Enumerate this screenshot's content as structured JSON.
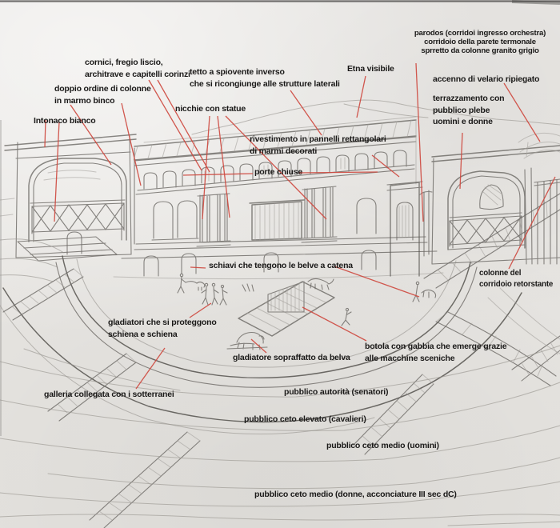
{
  "labels": [
    {
      "id": "parodos",
      "text": "parodos (corridoi ingresso orchestra)\ncorridoio della parete termonale\nsprretto da colonne granito grigio"
    },
    {
      "id": "cornici",
      "text": "cornici, fregio liscio,\narchitrave e capitelli corinzi"
    },
    {
      "id": "tetto",
      "text": "tetto a spiovente inverso\nche si ricongiunge alle strutture laterali"
    },
    {
      "id": "etna",
      "text": "Etna visibile"
    },
    {
      "id": "velario",
      "text": "accenno di velario ripiegato"
    },
    {
      "id": "doppio_ordine",
      "text": "doppio ordine di colonne\nin marmo binco"
    },
    {
      "id": "terrazzamento",
      "text": "terrazzamento con\npubblico plebe\nuomini e donne"
    },
    {
      "id": "nicchie",
      "text": "nicchie con statue"
    },
    {
      "id": "intonaco",
      "text": "Intonaco bianco"
    },
    {
      "id": "rivestimento",
      "text": "rivestimento in pannelli rettangolari\ndi marmi decorati"
    },
    {
      "id": "porte_chiuse",
      "text": "porte chiuse"
    },
    {
      "id": "schiavi",
      "text": "schiavi che tengono le belve a catena"
    },
    {
      "id": "colonne_corridoio",
      "text": "colonne del\ncorridoio retorstante"
    },
    {
      "id": "gladiatori",
      "text": "gladiatori che si proteggono\nschiena e schiena"
    },
    {
      "id": "botola",
      "text": "botola con gabbia che emerge grazie\nalle macchine sceniche"
    },
    {
      "id": "gladiatore_belva",
      "text": "gladiatore sopraffatto da belva"
    },
    {
      "id": "galleria",
      "text": "galleria collegata con i sotterranei"
    },
    {
      "id": "pubblico_senatori",
      "text": "pubblico autorità (senatori)"
    },
    {
      "id": "pubblico_cavalieri",
      "text": "pubblico ceto elevato (cavalieri)"
    },
    {
      "id": "pubblico_uomini",
      "text": "pubblico ceto medio (uomini)"
    },
    {
      "id": "pubblico_donne",
      "text": "pubblico ceto medio (donne, acconciature III sec dC)"
    }
  ],
  "colors": {
    "paper": "#e8e6e2",
    "pencil": "#6b6864",
    "pencil_light": "#98958f",
    "annotation_red": "#cf4a40",
    "label_text": "#1a1918"
  }
}
